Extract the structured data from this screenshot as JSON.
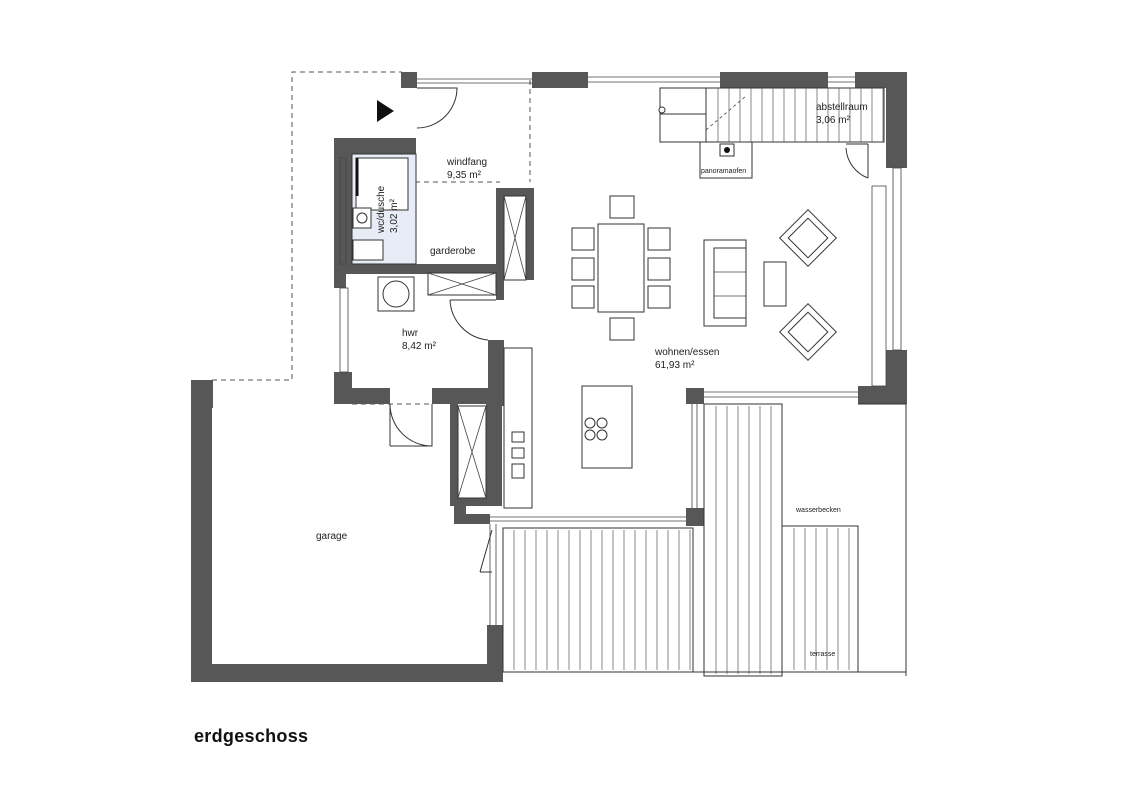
{
  "floor_title": "erdgeschoss",
  "rooms": {
    "windfang": {
      "name": "windfang",
      "area": "9,35 m²"
    },
    "wc": {
      "name": "wc/dusche",
      "area": "3,02 m²"
    },
    "garderobe": {
      "name": "garderobe"
    },
    "hwr": {
      "name": "hwr",
      "area": "8,42 m²"
    },
    "abstellraum": {
      "name": "abstellraum",
      "area": "3,06 m²"
    },
    "wohnen": {
      "name": "wohnen/essen",
      "area": "61,93 m²"
    },
    "garage": {
      "name": "garage"
    },
    "wasserbecken": {
      "name": "wasserbecken"
    },
    "terrasse": {
      "name": "terrasse"
    }
  },
  "fixtures": {
    "ofen": "panoramaofen"
  },
  "colors": {
    "wall": "#575757",
    "wc_floor": "#e8ecf6",
    "line": "#333333"
  }
}
